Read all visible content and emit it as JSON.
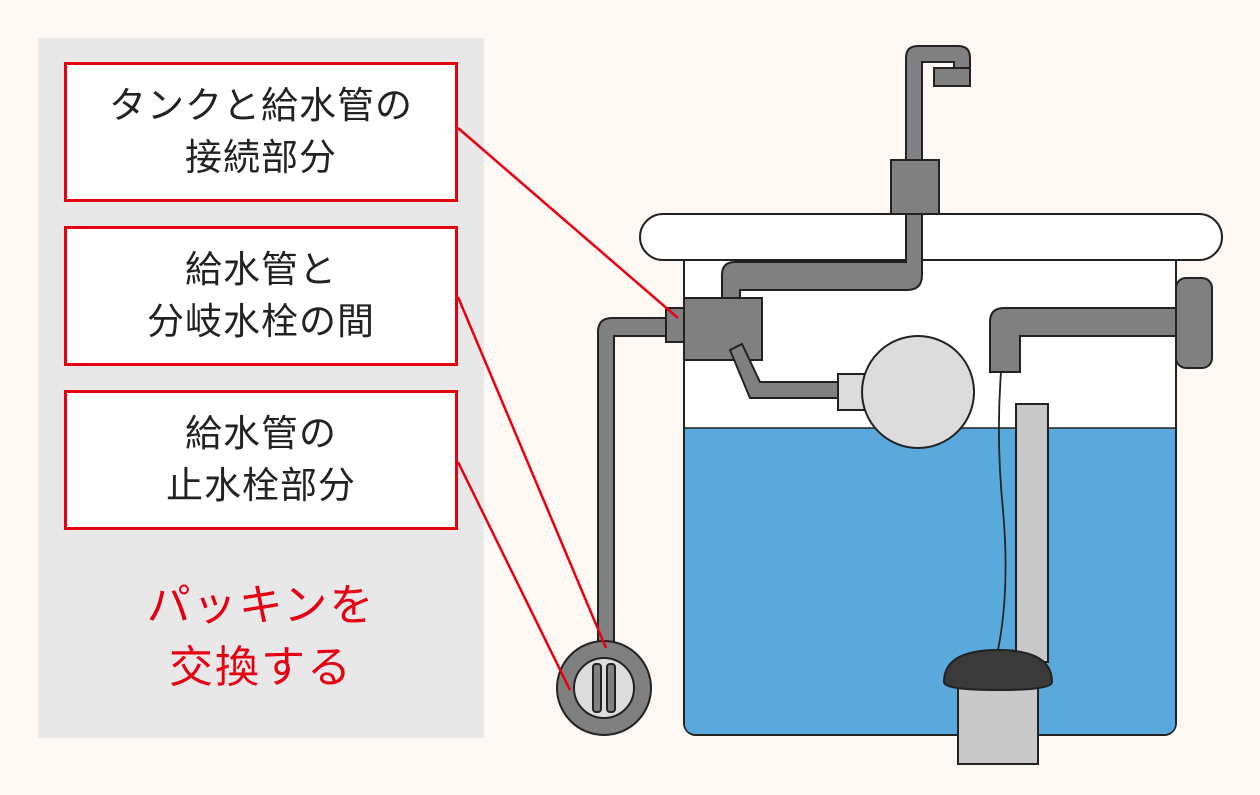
{
  "labels": [
    {
      "line1": "タンクと給水管の",
      "line2": "接続部分"
    },
    {
      "line1": "給水管と",
      "line2": "分岐水栓の間"
    },
    {
      "line1": "給水管の",
      "line2": "止水栓部分"
    }
  ],
  "callout": {
    "line1": "パッキンを",
    "line2": "交換する"
  },
  "colors": {
    "background": "#fdf8f3",
    "panel": "#e8e8e8",
    "accent_red": "#e60012",
    "pipe_gray": "#808080",
    "water_blue": "#5aa9dc",
    "tank_white": "#ffffff",
    "float_gray": "#dcdcdc",
    "flapper_dark": "#3a3a3a"
  }
}
